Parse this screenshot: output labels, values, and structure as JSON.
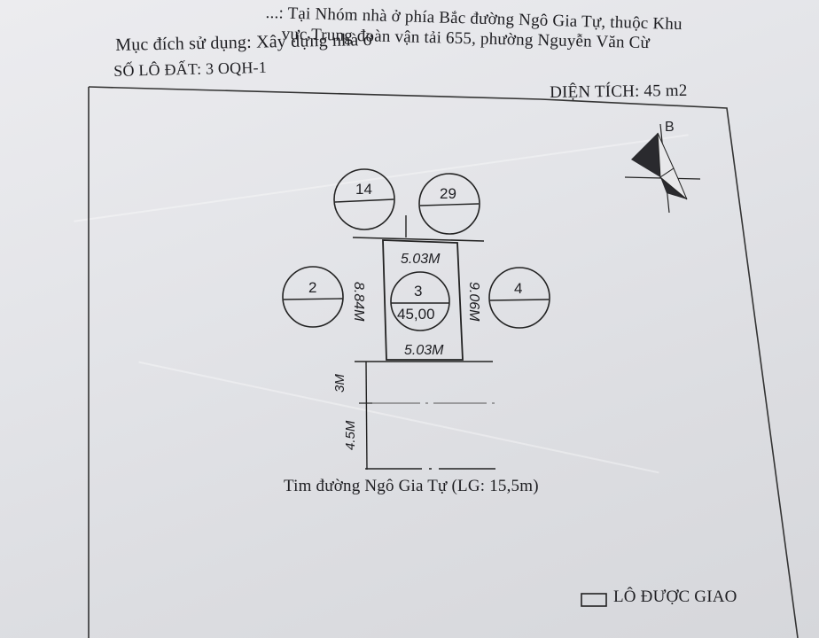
{
  "header": {
    "line1": "...: Tại Nhóm nhà ở phía Bắc đường Ngô Gia Tự, thuộc Khu",
    "line2": "vực Trung đoàn vận tải 655, phường Nguyễn Văn Cừ",
    "purpose": "Mục đích sử dụng: Xây dựng nhà ở",
    "lot_number": "SỐ LÔ ĐẤT: 3 OQH-1",
    "area": "DIỆN TÍCH: 45 m2"
  },
  "compass": {
    "label": "B"
  },
  "parcels": {
    "north_left": "14",
    "north_right": "29",
    "west": "2",
    "east": "4",
    "main_number": "3",
    "main_area": "45,00"
  },
  "dimensions": {
    "top": "5.03M",
    "bottom": "5.03M",
    "left": "8.84M",
    "right": "9.06M",
    "setback_1": "3M",
    "setback_2": "4.5M"
  },
  "road": "Tim đường Ngô Gia Tự (LG: 15,5m)",
  "legend": {
    "label": "LÔ ĐƯỢC GIAO"
  }
}
